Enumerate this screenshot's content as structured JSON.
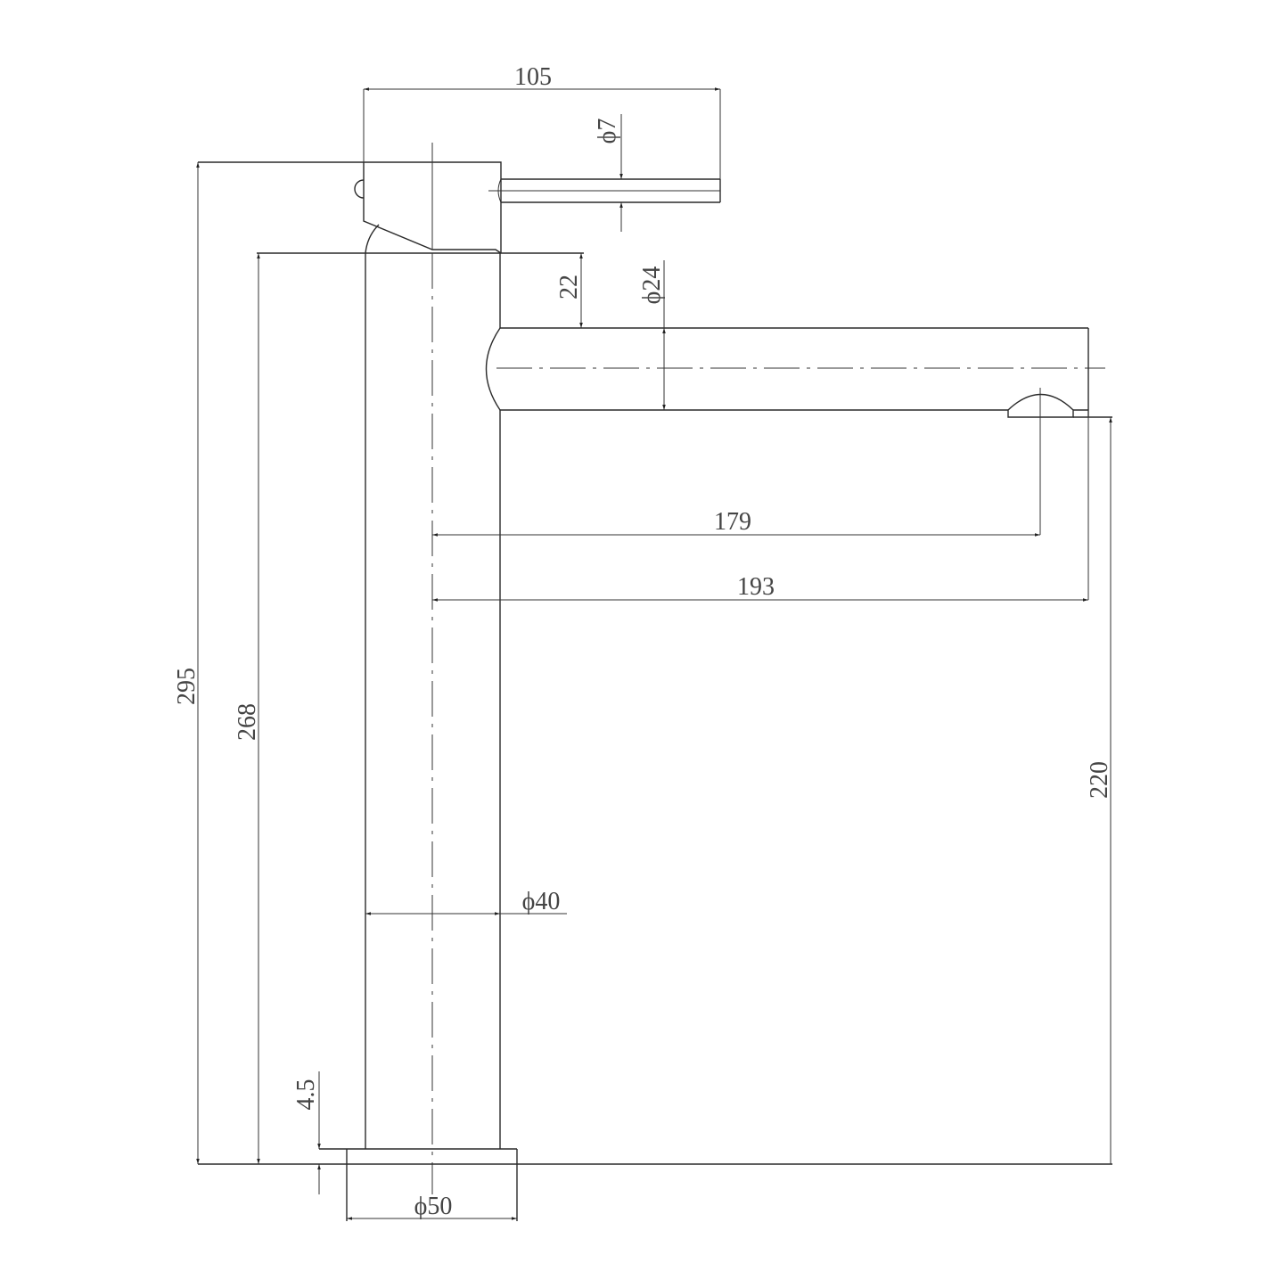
{
  "drawing": {
    "subject": "faucet side elevation",
    "units": "mm",
    "dimensions": {
      "handle_length": "105",
      "handle_diameter": "ϕ7",
      "spout_offset": "22",
      "spout_diameter": "ϕ24",
      "spout_reach_outlet": "179",
      "spout_reach_total": "193",
      "total_height": "295",
      "body_height": "268",
      "outlet_height": "220",
      "body_diameter": "ϕ40",
      "base_thickness": "4.5",
      "base_diameter": "ϕ50"
    },
    "colors": {
      "line": "#2a2a2a",
      "text": "#444444",
      "background": "#ffffff"
    }
  }
}
